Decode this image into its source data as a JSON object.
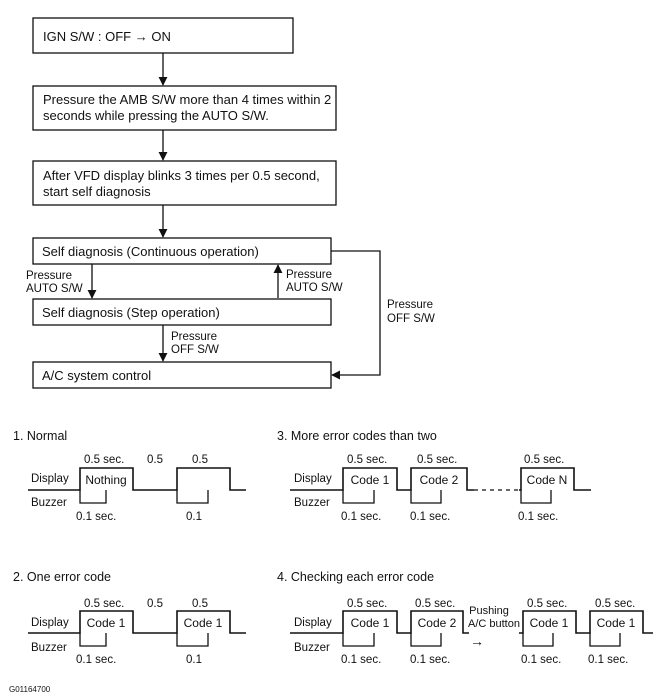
{
  "flowchart": {
    "step1": "IGN S/W : OFF → ON",
    "step2_line1": "Pressure the AMB S/W more than 4 times within 2",
    "step2_line2": "seconds while pressing the AUTO S/W.",
    "step3_line1": "After VFD display blinks 3 times per 0.5 second,",
    "step3_line2": "start self diagnosis",
    "continuous": "Self diagnosis (Continuous operation)",
    "step_op": "Self diagnosis (Step operation)",
    "ac_control": "A/C system control",
    "press_auto_down_1": "Pressure",
    "press_auto_down_2": "AUTO S/W",
    "press_auto_up_1": "Pressure",
    "press_auto_up_2": "AUTO S/W",
    "press_off_right_1": "Pressure",
    "press_off_right_2": "OFF S/W",
    "press_off_mid_1": "Pressure",
    "press_off_mid_2": "OFF S/W"
  },
  "timing": {
    "normal": {
      "title": "1. Normal",
      "display_label": "Display",
      "buzzer_label": "Buzzer",
      "pulse1_top": "0.5 sec.",
      "gap": "0.5",
      "pulse2_top": "0.5",
      "pulse1_text": "Nothing",
      "buzz1": "0.1 sec.",
      "buzz2": "0.1"
    },
    "one_error": {
      "title": "2. One error code",
      "display_label": "Display",
      "buzzer_label": "Buzzer",
      "pulse1_top": "0.5 sec.",
      "gap": "0.5",
      "pulse2_top": "0.5",
      "pulse1_text": "Code 1",
      "pulse2_text": "Code 1",
      "buzz1": "0.1 sec.",
      "buzz2": "0.1"
    },
    "more_errors": {
      "title": "3. More error codes than two",
      "display_label": "Display",
      "buzzer_label": "Buzzer",
      "pulse1_top": "0.5 sec.",
      "pulse2_top": "0.5 sec.",
      "pulse3_top": "0.5 sec.",
      "pulse1_text": "Code 1",
      "pulse2_text": "Code 2",
      "pulse3_text": "Code N",
      "buzz1": "0.1 sec.",
      "buzz2": "0.1 sec.",
      "buzz3": "0.1 sec."
    },
    "checking": {
      "title": "4. Checking each error code",
      "display_label": "Display",
      "buzzer_label": "Buzzer",
      "pulse1_top": "0.5 sec.",
      "pulse2_top": "0.5 sec.",
      "pulse3_top": "0.5 sec.",
      "pulse4_top": "0.5 sec.",
      "pulse1_text": "Code 1",
      "pulse2_text": "Code 2",
      "pulse3_text": "Code 1",
      "pulse4_text": "Code 1",
      "push_1": "Pushing",
      "push_2": "A/C button",
      "push_arrow": "→",
      "buzz1": "0.1 sec.",
      "buzz2": "0.1 sec.",
      "buzz3": "0.1 sec.",
      "buzz4": "0.1 sec."
    }
  },
  "figure_code": "G01164700"
}
